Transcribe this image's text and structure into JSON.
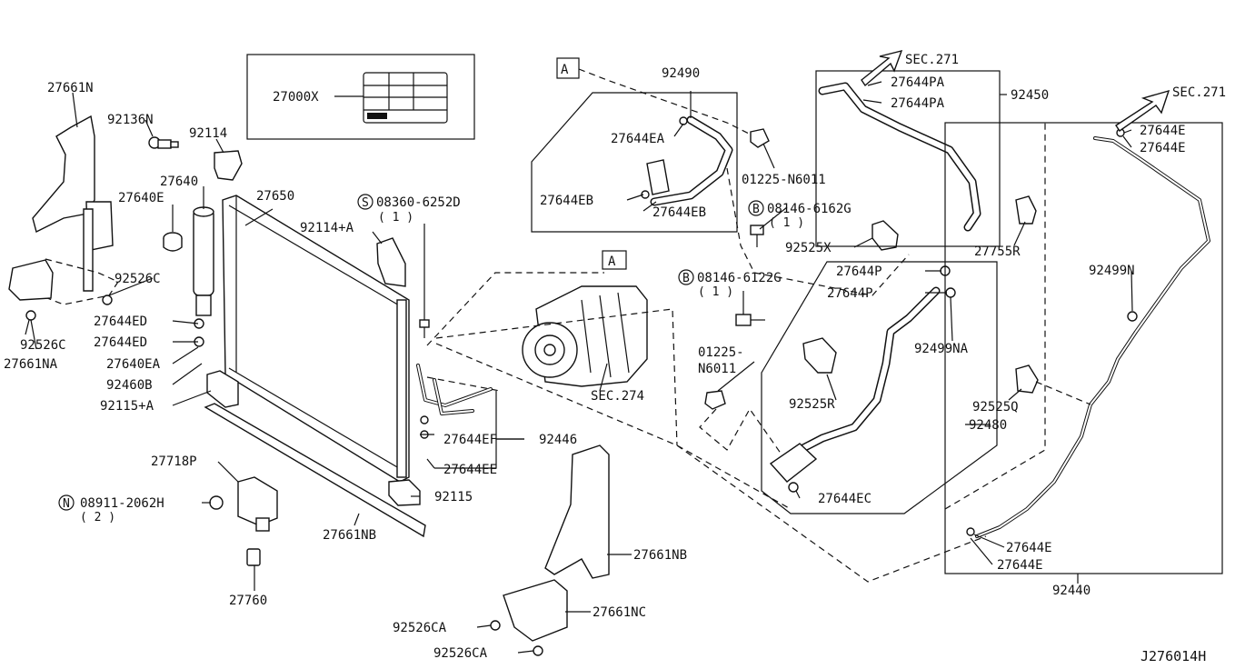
{
  "diagram": {
    "figure_id": "J276014H",
    "callouts": {
      "ref_a1": "A",
      "ref_a2": "A",
      "circ_s": "S",
      "circ_b1": "B",
      "circ_b2": "B",
      "circ_n": "N"
    },
    "labels": {
      "p27661N": "27661N",
      "p92136N": "92136N",
      "p92114": "92114",
      "p27640": "27640",
      "p27640E": "27640E",
      "p27650": "27650",
      "p92114A": "92114+A",
      "p08360": "08360-6252D",
      "p08360q": "( 1 )",
      "p92526C": "92526C",
      "p27644ED1": "27644ED",
      "p27644ED2": "27644ED",
      "p92526C2": "92526C",
      "p27661NA": "27661NA",
      "p27640EA": "27640EA",
      "p92460B": "92460B",
      "p92115A": "92115+A",
      "p27000X": "27000X",
      "p92490": "92490",
      "p27644EA": "27644EA",
      "p27644EB1": "27644EB",
      "p27644EB2": "27644EB",
      "p01225a": "01225-N6011",
      "p08146a": "08146-6162G",
      "p08146aq": "( 1 )",
      "p92525X": "92525X",
      "p08146b": "08146-6122G",
      "p08146bq": "( 1 )",
      "p01225b1": "01225-",
      "p01225b2": "N6011",
      "p274": "SEC.274",
      "p27644EF": "27644EF",
      "p92446": "92446",
      "p27644EE": "27644EE",
      "p92115": "92115",
      "p27718P": "27718P",
      "p08911": "08911-2062H",
      "p08911q": "( 2 )",
      "p27661NB1": "27661NB",
      "p27760": "27760",
      "p27661NB2": "27661NB",
      "p27661NC": "27661NC",
      "p92526CA1": "92526CA",
      "p92526CA2": "92526CA",
      "p271a": "SEC.271",
      "p27644PA1": "27644PA",
      "p27644PA2": "27644PA",
      "p92450": "92450",
      "p27755R": "27755R",
      "p27644P1": "27644P",
      "p27644P2": "27644P",
      "p92499NA": "92499NA",
      "p92525R": "92525R",
      "p92480": "92480",
      "p27644EC": "27644EC",
      "p271b": "SEC.271",
      "p27644E1": "27644E",
      "p27644E2": "27644E",
      "p92499N": "92499N",
      "p92525Q": "92525Q",
      "p27644E3": "27644E",
      "p27644E4": "27644E",
      "p92440": "92440"
    }
  }
}
